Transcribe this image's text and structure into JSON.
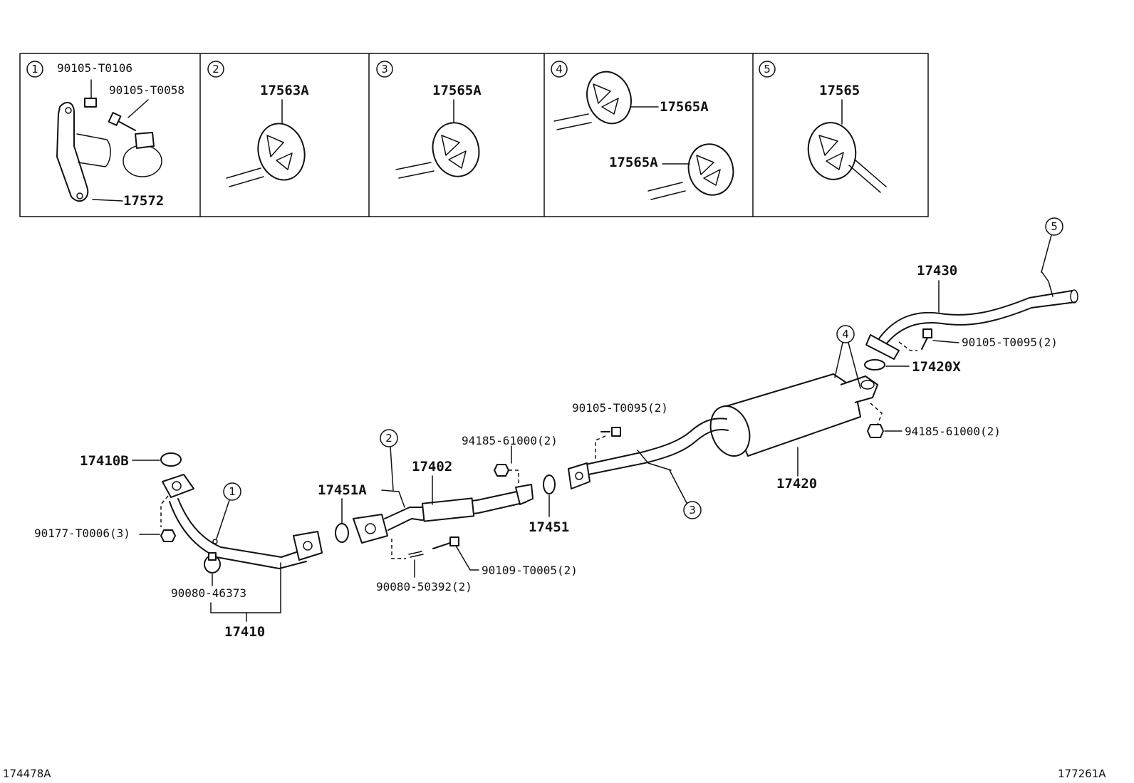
{
  "insets": [
    {
      "number": "1",
      "labels": [
        "90105-T0106",
        "90105-T0058",
        "17572"
      ]
    },
    {
      "number": "2",
      "labels": [
        "17563A"
      ]
    },
    {
      "number": "3",
      "labels": [
        "17565A"
      ]
    },
    {
      "number": "4",
      "labels": [
        "17565A",
        "17565A"
      ]
    },
    {
      "number": "5",
      "labels": [
        "17565"
      ]
    }
  ],
  "callouts": {
    "c1": "1",
    "c2": "2",
    "c3": "3",
    "c4": "4",
    "c5": "5"
  },
  "parts": {
    "p17430": "17430",
    "p90105_T0095_b": "90105-T0095(2)",
    "p17420X": "17420X",
    "p94185_61000_b": "94185-61000(2)",
    "p17420": "17420",
    "p90105_T0095_a": "90105-T0095(2)",
    "p94185_61000_a": "94185-61000(2)",
    "p17402": "17402",
    "p17451": "17451",
    "p17451A": "17451A",
    "p17410B": "17410B",
    "p90177": "90177-T0006(3)",
    "p90080_46373": "90080-46373",
    "p17410": "17410",
    "p90109": "90109-T0005(2)",
    "p90080_50392": "90080-50392(2)"
  },
  "footer": {
    "left_code": "174478A",
    "right_code": "177261A"
  }
}
